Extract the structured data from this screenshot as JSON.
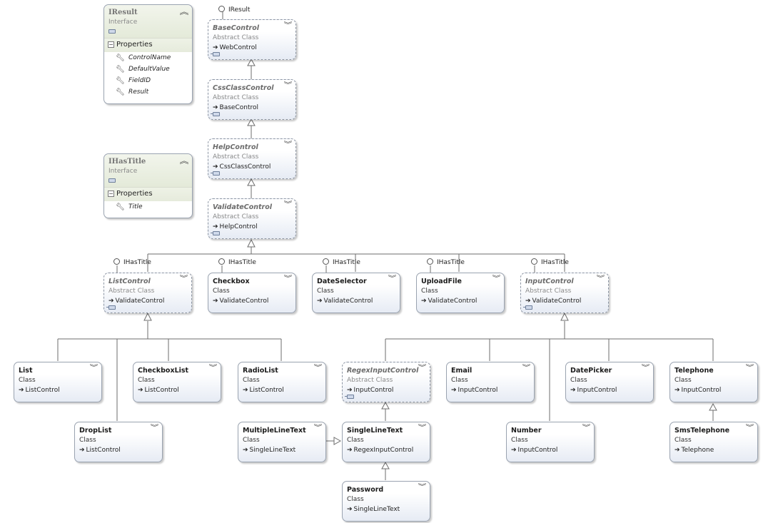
{
  "interfaces": [
    {
      "id": "iresult",
      "name": "IResult",
      "kind": "Interface",
      "section": "Properties",
      "properties": [
        "ControlName",
        "DefaultValue",
        "FieldID",
        "Result"
      ]
    },
    {
      "id": "ihastitle",
      "name": "IHasTitle",
      "kind": "Interface",
      "section": "Properties",
      "properties": [
        "Title"
      ]
    }
  ],
  "lollipops": {
    "iresult": "IResult",
    "listcontrol": "IHasTitle",
    "checkbox": "IHasTitle",
    "dateselector": "IHasTitle",
    "uploadfile": "IHasTitle",
    "inputcontrol": "IHasTitle"
  },
  "classes": [
    {
      "id": "basecontrol",
      "name": "BaseControl",
      "kind": "Abstract Class",
      "base": "WebControl"
    },
    {
      "id": "cssclasscontrol",
      "name": "CssClassControl",
      "kind": "Abstract Class",
      "base": "BaseControl"
    },
    {
      "id": "helpcontrol",
      "name": "HelpControl",
      "kind": "Abstract Class",
      "base": "CssClassControl"
    },
    {
      "id": "validatecontrol",
      "name": "ValidateControl",
      "kind": "Abstract Class",
      "base": "HelpControl"
    },
    {
      "id": "listcontrol",
      "name": "ListControl",
      "kind": "Abstract Class",
      "base": "ValidateControl"
    },
    {
      "id": "checkbox",
      "name": "Checkbox",
      "kind": "Class",
      "base": "ValidateControl"
    },
    {
      "id": "dateselector",
      "name": "DateSelector",
      "kind": "Class",
      "base": "ValidateControl"
    },
    {
      "id": "uploadfile",
      "name": "UploadFile",
      "kind": "Class",
      "base": "ValidateControl"
    },
    {
      "id": "inputcontrol",
      "name": "InputControl",
      "kind": "Abstract Class",
      "base": "ValidateControl"
    },
    {
      "id": "list",
      "name": "List",
      "kind": "Class",
      "base": "ListControl"
    },
    {
      "id": "checkboxlist",
      "name": "CheckboxList",
      "kind": "Class",
      "base": "ListControl"
    },
    {
      "id": "radiolist",
      "name": "RadioList",
      "kind": "Class",
      "base": "ListControl"
    },
    {
      "id": "droplist",
      "name": "DropList",
      "kind": "Class",
      "base": "ListControl"
    },
    {
      "id": "regexinputcontrol",
      "name": "RegexInputControl",
      "kind": "Abstract Class",
      "base": "InputControl"
    },
    {
      "id": "email",
      "name": "Email",
      "kind": "Class",
      "base": "InputControl"
    },
    {
      "id": "datepicker",
      "name": "DatePicker",
      "kind": "Class",
      "base": "InputControl"
    },
    {
      "id": "telephone",
      "name": "Telephone",
      "kind": "Class",
      "base": "InputControl"
    },
    {
      "id": "multiplelinetext",
      "name": "MultipleLineText",
      "kind": "Class",
      "base": "SingleLineText"
    },
    {
      "id": "singlelinetext",
      "name": "SingleLineText",
      "kind": "Class",
      "base": "RegexInputControl"
    },
    {
      "id": "number",
      "name": "Number",
      "kind": "Class",
      "base": "InputControl"
    },
    {
      "id": "smstelephone",
      "name": "SmsTelephone",
      "kind": "Class",
      "base": "Telephone"
    },
    {
      "id": "password",
      "name": "Password",
      "kind": "Class",
      "base": "SingleLineText"
    }
  ]
}
